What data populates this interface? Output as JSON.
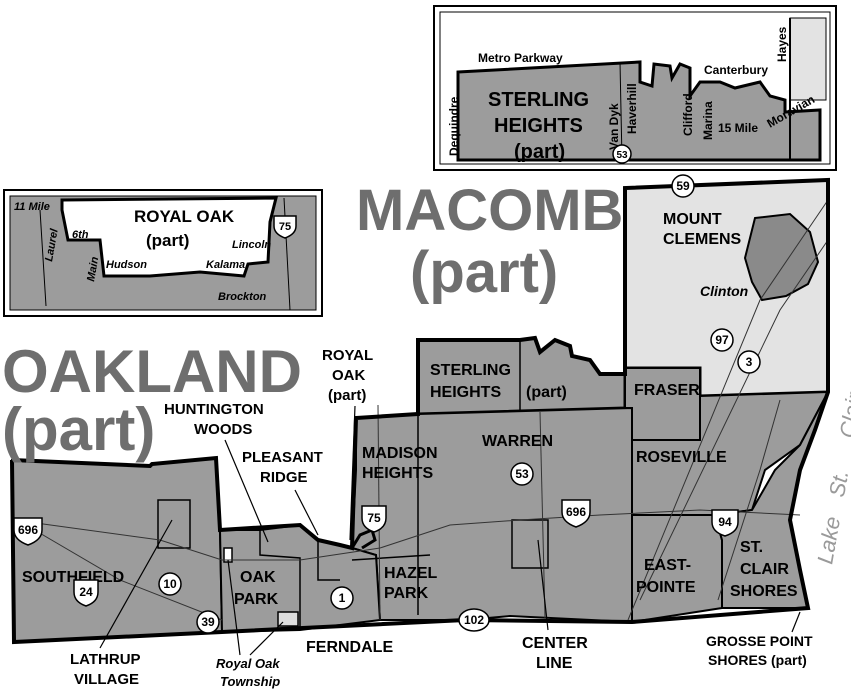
{
  "counties": {
    "oakland_line1": "OAKLAND",
    "oakland_line2": "(part)",
    "macomb_line1": "MACOMB",
    "macomb_line2": "(part)"
  },
  "water": {
    "lake_words": [
      "Lake",
      "St.",
      "Clair"
    ]
  },
  "communities": {
    "mount_clemens_1": "MOUNT",
    "mount_clemens_2": "CLEMENS",
    "clinton": "Clinton",
    "sterling_heights_1": "STERLING",
    "sterling_heights_2": "HEIGHTS",
    "sterling_heights_part": "(part)",
    "fraser": "FRASER",
    "warren": "WARREN",
    "roseville": "ROSEVILLE",
    "madison_heights_1": "MADISON",
    "madison_heights_2": "HEIGHTS",
    "hazel_park_1": "HAZEL",
    "hazel_park_2": "PARK",
    "eastpointe_1": "EAST-",
    "eastpointe_2": "POINTE",
    "st_clair_shores_1": "ST.",
    "st_clair_shores_2": "CLAIR",
    "st_clair_shores_3": "SHORES",
    "southfield": "SOUTHFIELD",
    "oak_park_1": "OAK",
    "oak_park_2": "PARK",
    "ferndale": "FERNDALE",
    "center_line_1": "CENTER",
    "center_line_2": "LINE",
    "lathrup_village_1": "LATHRUP",
    "lathrup_village_2": "VILLAGE",
    "royal_oak_township_1": "Royal Oak",
    "royal_oak_township_2": "Township",
    "grosse_point_shores_1": "GROSSE POINT",
    "grosse_point_shores_2": "SHORES (part)",
    "huntington_woods_1": "HUNTINGTON",
    "huntington_woods_2": "WOODS",
    "pleasant_ridge_1": "PLEASANT",
    "pleasant_ridge_2": "RIDGE",
    "royal_oak_1": "ROYAL",
    "royal_oak_2": "OAK",
    "royal_oak_3": "(part)"
  },
  "routes": {
    "i696_west": "696",
    "i696_east": "696",
    "i75": "75",
    "i94": "94",
    "m53": "53",
    "m59": "59",
    "m97": "97",
    "m3": "3",
    "m10": "10",
    "m39": "39",
    "m24": "24",
    "m1": "1",
    "m102": "102"
  },
  "inset_royal_oak": {
    "title_1": "ROYAL OAK",
    "title_2": "(part)",
    "road_11_mile": "11 Mile",
    "road_laurel": "Laurel",
    "road_6th": "6th",
    "road_main": "Main",
    "road_hudson": "Hudson",
    "road_lincoln": "Lincoln",
    "road_kalama": "Kalama",
    "road_brockton": "Brockton",
    "shield_75": "75"
  },
  "inset_sterling": {
    "title_1": "STERLING",
    "title_2": "HEIGHTS",
    "title_3": "(part)",
    "road_metro_parkway": "Metro Parkway",
    "road_dequindre": "Dequindre",
    "road_van_dyk": "Van Dyk",
    "road_haverhill": "Haverhill",
    "road_clifford": "Clifford",
    "road_marina": "Marina",
    "road_canterbury": "Canterbury",
    "road_hayes": "Hayes",
    "road_15_mile": "15 Mile",
    "road_moravian": "Moravian",
    "shield_53": "53"
  }
}
